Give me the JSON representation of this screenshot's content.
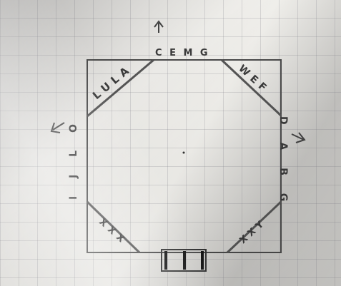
{
  "labels": {
    "top": "C E M G",
    "top_left_diag": "LULA",
    "top_right_diag": "WEF",
    "left_side": "I J L O",
    "right_side": "D A B G",
    "bottom_left_diag": "XXX",
    "bottom_right_diag": "XXY"
  },
  "colors": {
    "ink": "#3a3a3a",
    "paper": "#e6e5e2",
    "grid": "#8b8c96"
  }
}
